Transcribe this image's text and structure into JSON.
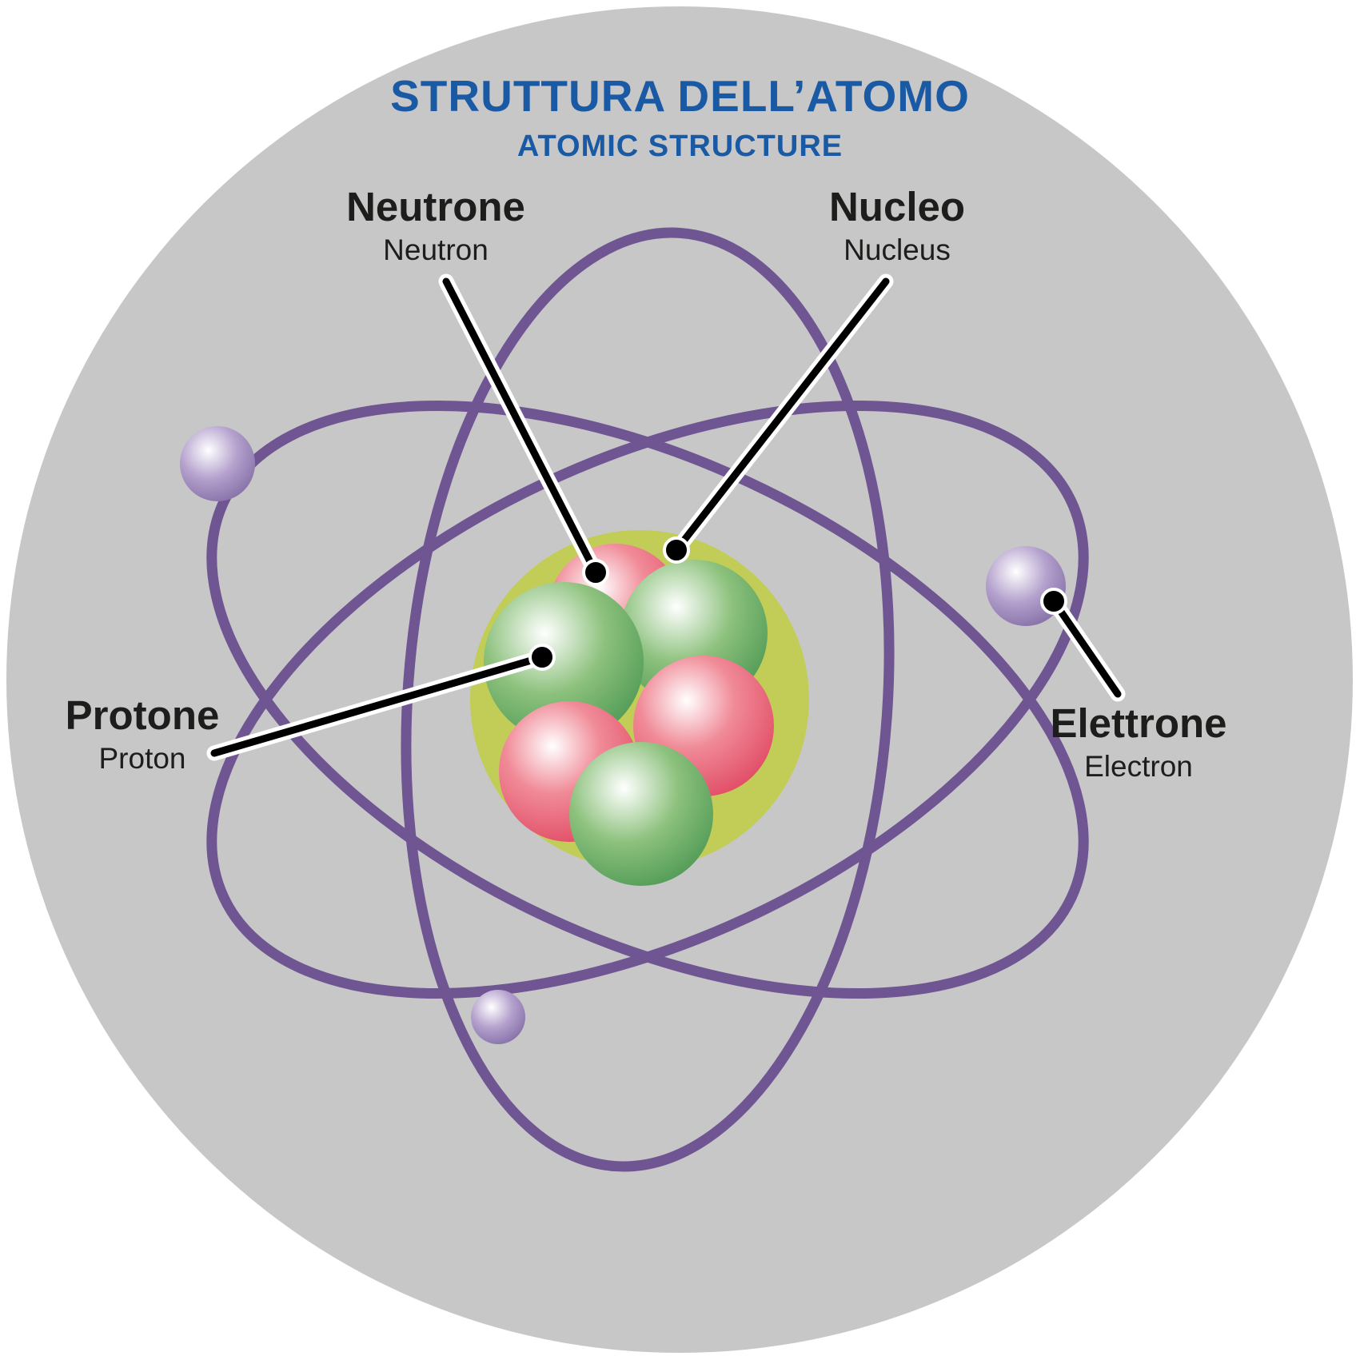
{
  "title": {
    "main": "STRUTTURA DELL’ATOMO",
    "sub": "ATOMIC STRUCTURE"
  },
  "labels": {
    "neutron": {
      "primary": "Neutrone",
      "secondary": "Neutron"
    },
    "nucleus": {
      "primary": "Nucleo",
      "secondary": "Nucleus"
    },
    "proton": {
      "primary": "Protone",
      "secondary": "Proton"
    },
    "electron": {
      "primary": "Elettrone",
      "secondary": "Electron"
    }
  },
  "colors": {
    "page_background": "#ffffff",
    "circle_background": "#c7c7c8",
    "title_blue": "#1a5aa5",
    "orbit_purple": "#6f5592",
    "nucleus_ring_green": "#c2cd58",
    "proton_green": "#3e8f4b",
    "neutron_red": "#dd3a57",
    "electron_lavender": "#77619b",
    "label_text": "#1d1d1b",
    "pointer_line": "#000000"
  }
}
